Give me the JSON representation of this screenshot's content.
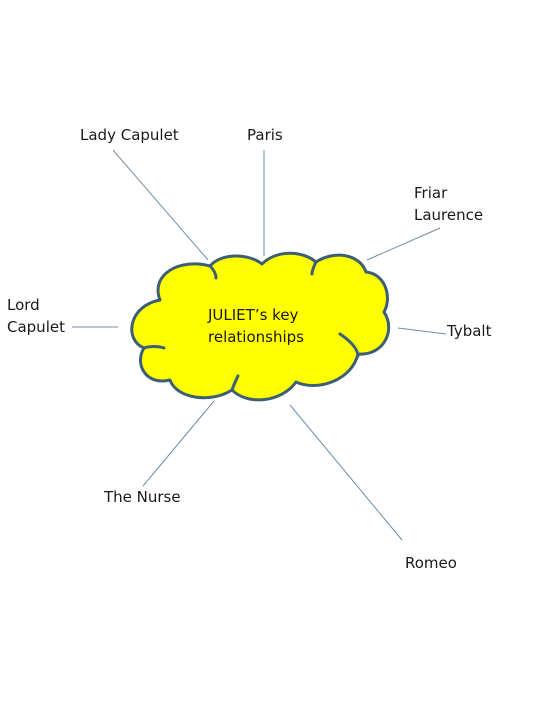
{
  "center": {
    "line1": "JULIET’s key",
    "line2": "relationships"
  },
  "relations": {
    "lady_capulet": "Lady Capulet",
    "paris": "Paris",
    "friar_line1": "Friar",
    "friar_line2": "Laurence",
    "lord_line1": "Lord",
    "lord_line2": "Capulet",
    "tybalt": "Tybalt",
    "nurse": "The Nurse",
    "romeo": "Romeo"
  },
  "colors": {
    "cloud_fill": "#ffff00",
    "cloud_outline": "#3d5f74",
    "connector": "#6f8ea8"
  }
}
